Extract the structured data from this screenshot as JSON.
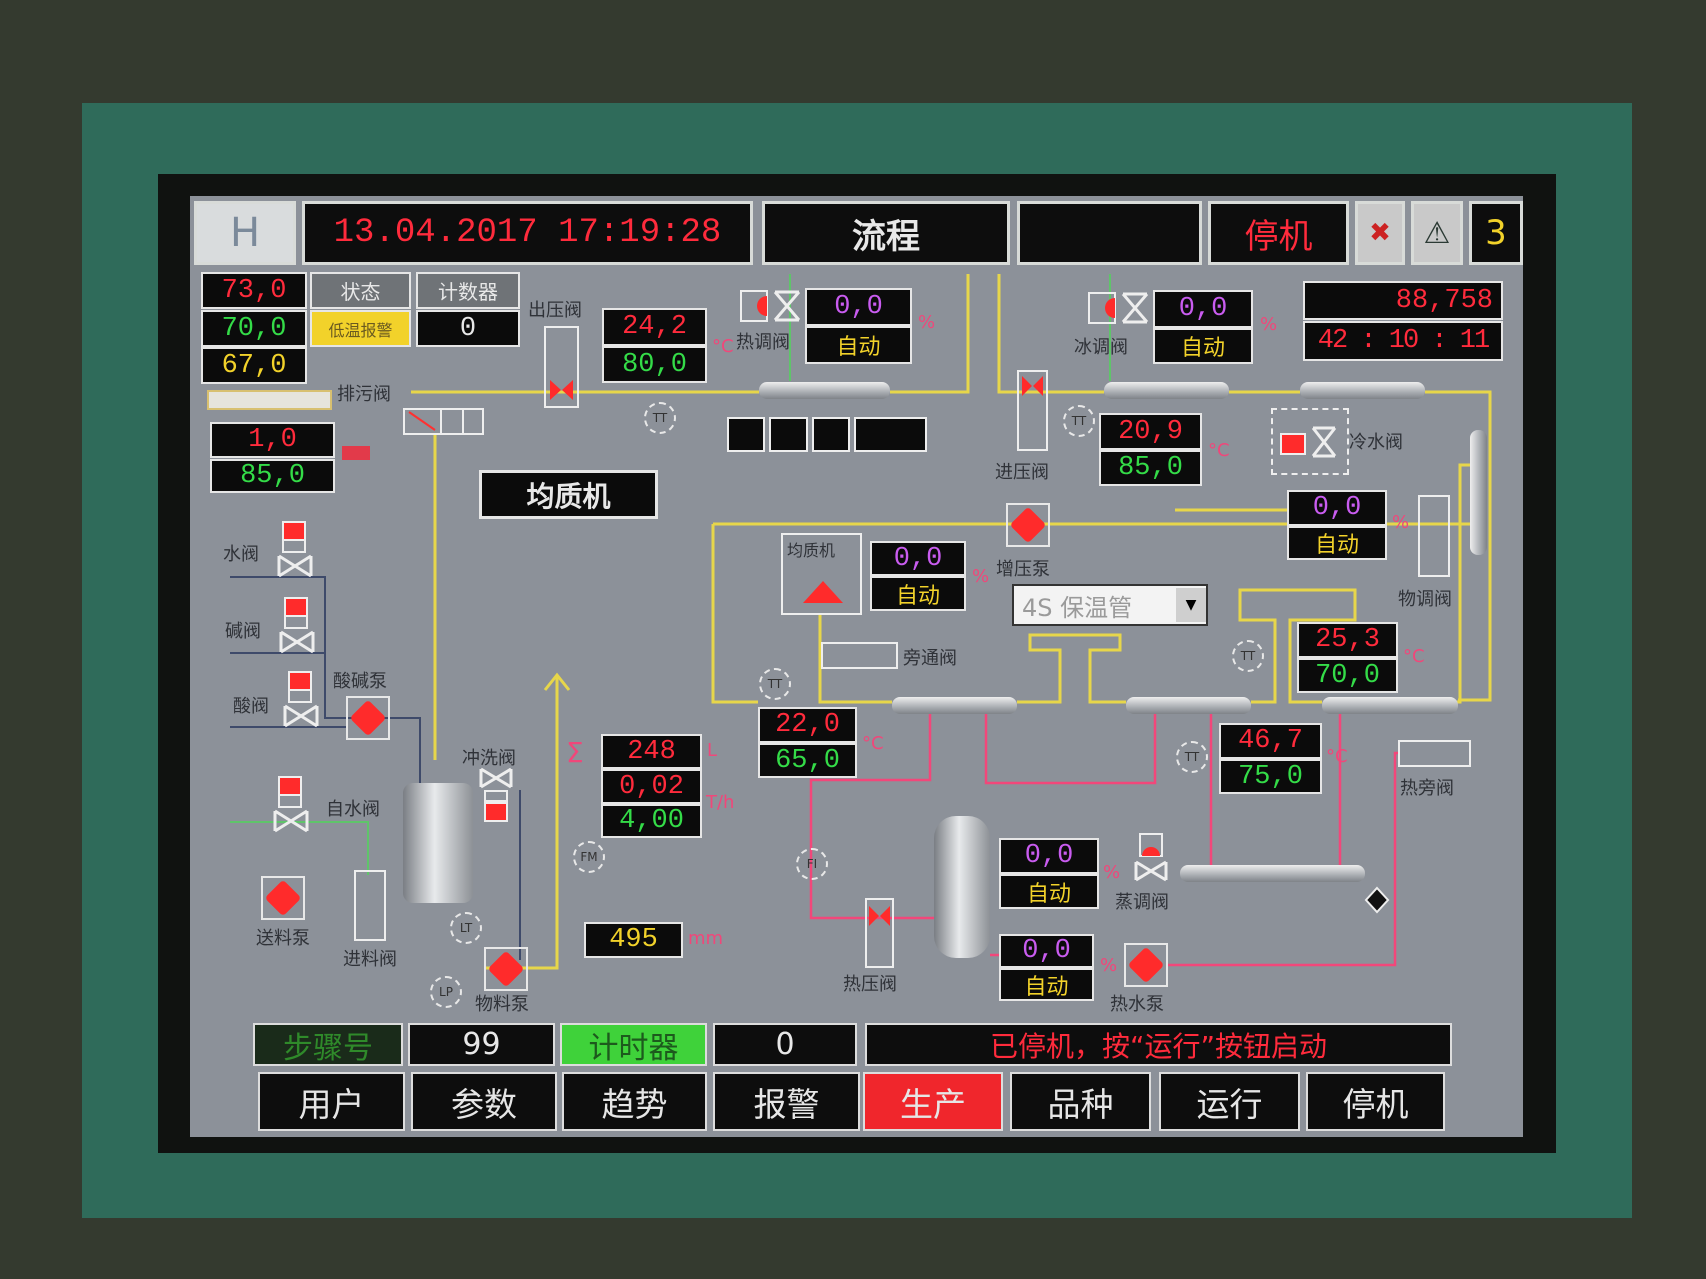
{
  "header": {
    "logo": "H",
    "datetime": "13.04.2017  17:19:28",
    "screen_title": "流程",
    "machine_status": "停机",
    "alarm_count": "3"
  },
  "status_panel": {
    "temp_1": "73,0",
    "temp_2": "70,0",
    "temp_3": "67,0",
    "state_header": "状态",
    "counter_header": "计数器",
    "state_value": "低温报警",
    "counter_value": "0"
  },
  "level_panel": {
    "value_1": "1,0",
    "value_2": "85,0"
  },
  "homogenizer_button": "均质机",
  "labels": {
    "outlet_pressure_valve": "出压阀",
    "drain_valve": "排污阀",
    "heat_control_valve": "热调阀",
    "ice_control_valve": "冰调阀",
    "inlet_pressure_valve": "进压阀",
    "cold_water_valve": "冷水阀",
    "booster_pump": "增压泵",
    "material_control_valve": "物调阀",
    "homogenizer": "均质机",
    "bypass_valve": "旁通阀",
    "hot_bypass_valve": "热旁阀",
    "water_valve": "水阀",
    "alkali_valve": "碱阀",
    "acid_valve": "酸阀",
    "acid_alkali_pump": "酸碱泵",
    "tap_water_valve": "自水阀",
    "flush_valve": "冲洗阀",
    "feed_pump": "送料泵",
    "feed_valve": "进料阀",
    "product_pump": "物料泵",
    "hot_pressure_valve": "热压阀",
    "steam_control_valve": "蒸调阀",
    "hot_water_pump": "热水泵",
    "tt": "TT",
    "lt": "LT",
    "lp": "LP",
    "fm": "FM",
    "fi": "FI",
    "sigma": "Σ"
  },
  "displays": {
    "outlet_temp": {
      "actual": "24,2",
      "setpoint": "80,0"
    },
    "heat_valve": {
      "percent": "0,0",
      "mode": "自动"
    },
    "ice_valve": {
      "percent": "0,0",
      "mode": "自动"
    },
    "inlet_temp": {
      "actual": "20,9",
      "setpoint": "85,0"
    },
    "material_valve": {
      "percent": "0,0",
      "mode": "自动"
    },
    "homogenizer": {
      "percent": "0,0",
      "mode": "自动"
    },
    "hold_temp_1": {
      "actual": "22,0",
      "setpoint": "65,0"
    },
    "hold_temp_2": {
      "actual": "25,3",
      "setpoint": "70,0"
    },
    "hot_temp": {
      "actual": "46,7",
      "setpoint": "75,0"
    },
    "flow": {
      "total": "248",
      "rate": "0,02",
      "setpoint": "4,00"
    },
    "level": {
      "value": "495"
    },
    "steam_valve": {
      "percent": "0,0",
      "mode": "自动"
    },
    "hot_water_pump": {
      "percent": "0,0",
      "mode": "自动"
    }
  },
  "units": {
    "celsius": "°C",
    "percent": "%",
    "liters": "L",
    "flow": "T/h",
    "mm": "mm"
  },
  "runtime": {
    "total": "88,758",
    "time": "42 : 10 : 11"
  },
  "dropdown": {
    "value": "4S  保温管"
  },
  "footer": {
    "step_label": "步骤号",
    "step_value": "99",
    "timer_label": "计时器",
    "timer_value": "0",
    "message": "已停机，按“运行”按钮启动"
  },
  "nav": [
    "用户",
    "参数",
    "趋势",
    "报警",
    "生产",
    "品种",
    "运行",
    "停机"
  ],
  "colors": {
    "screen": "#8c9199",
    "value_red": "#ff2b3c",
    "value_green": "#34dc48",
    "value_purple": "#c95cf0",
    "mode_yellow": "#f2d22a",
    "active_nav": "#f0262c"
  }
}
